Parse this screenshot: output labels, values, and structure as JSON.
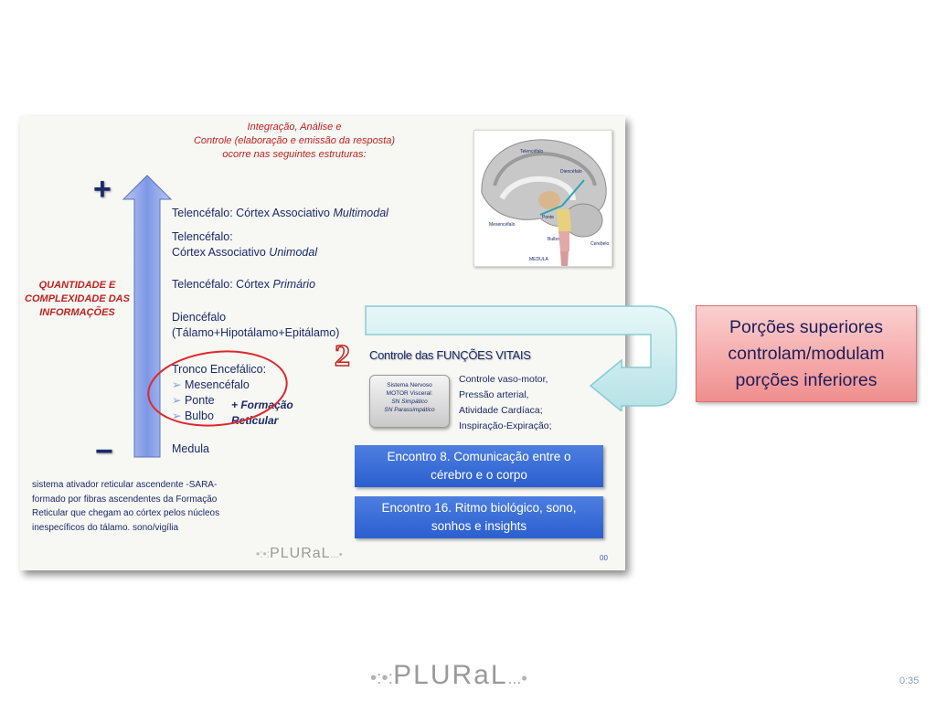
{
  "slide": {
    "header": [
      "Integração,  Análise e",
      "Controle (elaboração e emissão da resposta)",
      "ocorre nas seguintes estruturas:"
    ],
    "plus_sign": "+",
    "minus_sign": "−",
    "side_label": [
      "QUANTIDADE E",
      "COMPLEXIDADE DAS",
      "INFORMAÇÕES"
    ],
    "levels": {
      "l1_prefix": "Telencéfalo: Córtex Associativo ",
      "l1_em": "Multimodal",
      "l2_line1": "Telencéfalo:",
      "l2_prefix": "Córtex Associativo ",
      "l2_em": "Unimodal",
      "l3_prefix": "Telencéfalo: Córtex ",
      "l3_em": "Primário",
      "l4_line1": "Diencéfalo",
      "l4_line2": "(Tálamo+Hipotálamo+Epitálamo)",
      "l5_title": "Tronco Encefálico:",
      "l5_items": [
        "Mesencéfalo",
        "Ponte",
        "Bulbo"
      ],
      "formacao": [
        "+ Formação",
        "Reticular"
      ],
      "l6": "Medula"
    },
    "number_two": "2",
    "vital_title": "Controle das FUNÇÕES VITAIS",
    "motor_box": [
      "Sistema Nervoso",
      "MOTOR Visceral:",
      "SN Simpático",
      "SN Parassimpático"
    ],
    "vital_list": [
      "Controle vaso-motor,",
      "Pressão arterial,",
      "Atividade Cardíaca;",
      "Inspiração-Expiração;"
    ],
    "encontro_8": [
      "Encontro 8. Comunicação entre o",
      "cérebro e o corpo"
    ],
    "encontro_16": [
      "Encontro 16. Ritmo biológico, sono,",
      "sonhos e insights"
    ],
    "sara_note": [
      "sistema ativador reticular ascendente -SARA-",
      "formado por fibras ascendentes da Formação",
      "Reticular que chegam ao córtex pelos  núcleos",
      "inespecíficos do tálamo. sono/vigília"
    ],
    "brain_labels": [
      "Telencéfalo",
      "Diencéfalo",
      "Mesencéfalo",
      "Ponte",
      "Bulbo",
      "Cerebelo",
      "MEDULA"
    ],
    "logo_text": "PLURaL",
    "page_num": "00"
  },
  "callout": [
    "Porções superiores",
    "controlam/modulam",
    "porções inferiores"
  ],
  "footer": {
    "logo_text": "PLURaL",
    "timer": "0:35"
  },
  "colors": {
    "header_red": "#c0221f",
    "navy": "#1b2a6b",
    "button_blue": "#2b5fcf",
    "callout_pink": "#f4a7a7",
    "arrow_teal": "#c9ecee"
  },
  "icons": {
    "plus": "plus-sign-icon",
    "minus": "minus-sign-icon",
    "arrow_up": "up-arrow-icon",
    "return_arrow": "return-arrow-icon",
    "chevron": "chevron-right-icon"
  }
}
